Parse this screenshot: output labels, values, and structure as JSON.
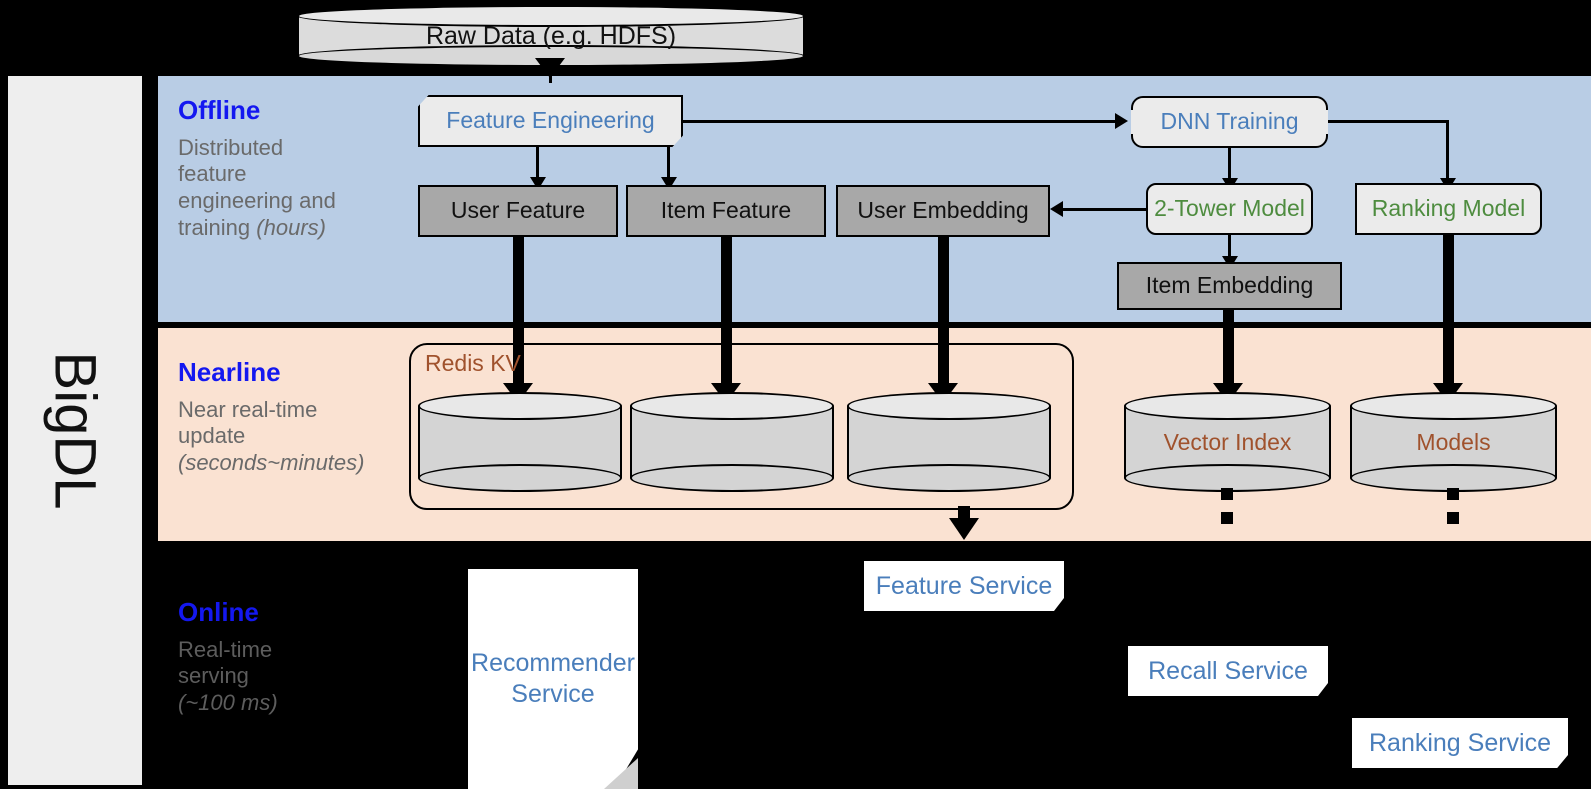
{
  "framework": {
    "name": "BigDL"
  },
  "top_source": {
    "label": "Raw Data (e.g. HDFS)",
    "shape": "cylinder-disk"
  },
  "layers": [
    {
      "id": "offline",
      "title": "Offline",
      "description_line1": "Distributed",
      "description_line2": "feature",
      "description_line3": "engineering and",
      "description_line4": "training ",
      "description_italic": "(hours)",
      "background": "#b9cde5",
      "title_color": "#1418f0"
    },
    {
      "id": "nearline",
      "title": "Nearline",
      "description_line1": "Near real-time",
      "description_line2": "update",
      "description_italic": "(seconds~minutes)",
      "background": "#fae2d2",
      "title_color": "#1418f0"
    },
    {
      "id": "online",
      "title": "Online",
      "description_line1": "Real-time",
      "description_line2": "serving",
      "description_italic": "(~100 ms)",
      "background": "#000000",
      "title_color": "#1418f0"
    }
  ],
  "offline_nodes": {
    "feature_engineering": {
      "label": "Feature Engineering",
      "color": "#4a7ebb",
      "shape": "banner"
    },
    "dnn_training": {
      "label": "DNN Training",
      "color": "#4a7ebb",
      "shape": "card"
    },
    "user_feature": {
      "label": "User Feature",
      "color": "#111111",
      "shape": "rect-grey"
    },
    "item_feature": {
      "label": "Item Feature",
      "color": "#111111",
      "shape": "rect-grey"
    },
    "user_embedding": {
      "label": "User Embedding",
      "color": "#111111",
      "shape": "rect-grey"
    },
    "item_embedding": {
      "label": "Item Embedding",
      "color": "#111111",
      "shape": "rect-grey"
    },
    "two_tower_model": {
      "label": "2-Tower Model",
      "color": "#4e8c3f",
      "shape": "rounded"
    },
    "ranking_model": {
      "label": "Ranking Model",
      "color": "#4e8c3f",
      "shape": "rounded"
    }
  },
  "nearline_nodes": {
    "redis_group_label": "Redis KV",
    "redis_group_color": "#a0522d",
    "store_user_feature": {
      "label": ""
    },
    "store_item_feature": {
      "label": ""
    },
    "store_user_embedding": {
      "label": ""
    },
    "vector_index": {
      "label": "Vector Index",
      "color": "#a0522d"
    },
    "models": {
      "label": "Models",
      "color": "#a0522d"
    }
  },
  "online_nodes": {
    "recommender_service": {
      "label_line1": "Recommender",
      "label_line2": "Service",
      "color": "#4a7ebb"
    },
    "feature_service": {
      "label": "Feature Service",
      "color": "#4a7ebb"
    },
    "recall_service": {
      "label": "Recall Service",
      "color": "#4a7ebb"
    },
    "ranking_service": {
      "label": "Ranking Service",
      "color": "#4a7ebb"
    }
  },
  "colors": {
    "offline_band": "#b9cde5",
    "nearline_band": "#fae2d2",
    "online_band": "#000000",
    "rail": "#eeeeee",
    "grey_box": "#a8a8a8",
    "light_box": "#ebebeb",
    "accent_blue": "#1418f0",
    "node_blue": "#4a7ebb",
    "node_green": "#4e8c3f",
    "node_brown": "#a0522d",
    "desc_grey": "#6a6a6a",
    "stroke": "#000000"
  }
}
